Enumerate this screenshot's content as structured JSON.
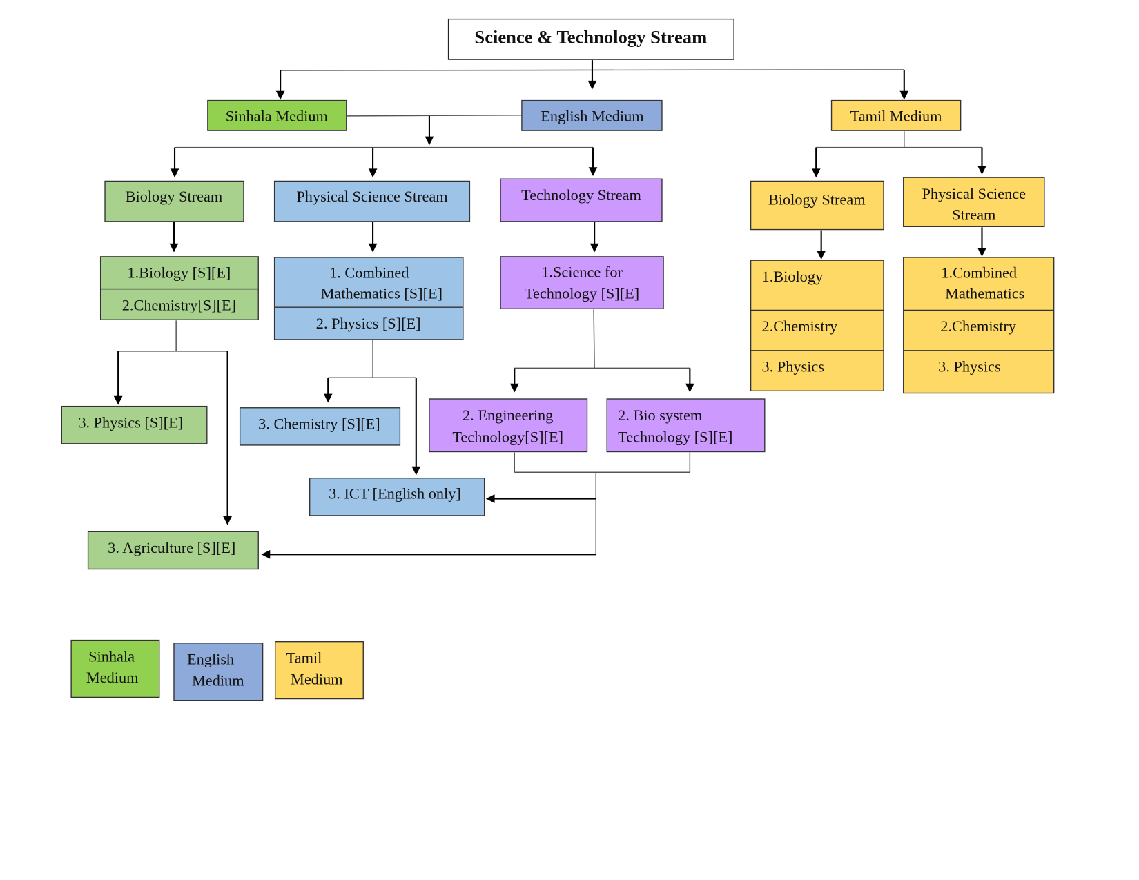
{
  "title": "Science & Technology Stream",
  "colors": {
    "sinhala_medium": "#92d050",
    "english_medium": "#8eaadb",
    "tamil_medium": "#ffd966",
    "sinhala_stream": "#a9d18e",
    "english_stream": "#9dc3e6",
    "technology_stream": "#cc99ff",
    "border": "#333333"
  },
  "mediums": {
    "sinhala": "Sinhala Medium",
    "english": "English Medium",
    "tamil": "Tamil Medium"
  },
  "shared_streams": {
    "biology": {
      "label": "Biology Stream",
      "subjects": [
        "1.Biology [S][E]",
        "2.Chemistry[S][E]"
      ],
      "options": [
        "3. Physics [S][E]",
        "3. Agriculture [S][E]"
      ]
    },
    "physical_science": {
      "label": "Physical Science Stream",
      "subjects": [
        "1.  Combined",
        "Mathematics [S][E]",
        "2.  Physics [S][E]"
      ],
      "options": [
        "3. Chemistry [S][E]",
        "3. ICT [English only]"
      ]
    },
    "technology": {
      "label": "Technology Stream",
      "subjects": [
        "1.Science for",
        "Technology [S][E]"
      ],
      "options": [
        [
          "2. Engineering",
          "Technology[S][E]"
        ],
        [
          "2. Bio system",
          "Technology [S][E]"
        ]
      ]
    }
  },
  "tamil_streams": {
    "biology": {
      "label": "Biology Stream",
      "subjects": [
        "1.Biology",
        "2.Chemistry",
        "3. Physics"
      ]
    },
    "physical_science": {
      "label": [
        "Physical Science",
        "Stream"
      ],
      "subjects": [
        [
          "1.Combined",
          "Mathematics"
        ],
        "2.Chemistry",
        "3. Physics"
      ]
    }
  },
  "legend": {
    "sinhala": [
      "Sinhala",
      "Medium"
    ],
    "english": [
      "English",
      "Medium"
    ],
    "tamil": [
      "Tamil",
      "Medium"
    ]
  }
}
